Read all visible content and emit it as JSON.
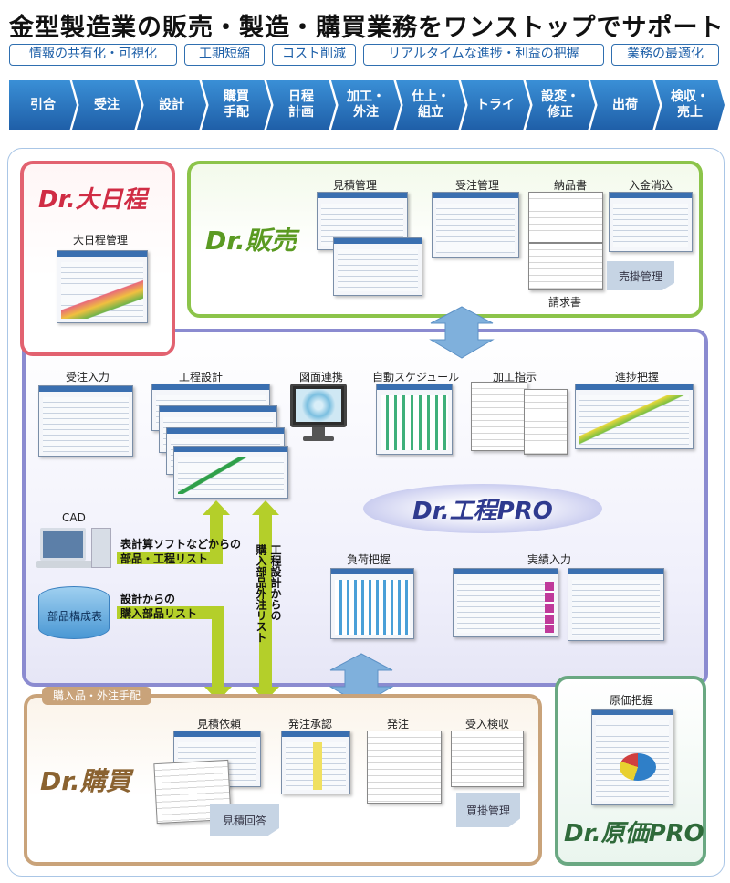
{
  "header": {
    "title": "金型製造業の販売・製造・購買業務をワンストップでサポート",
    "benefits": [
      "情報の共有化・可視化",
      "工期短縮",
      "コスト削減",
      "リアルタイムな進捗・利益の把握",
      "業務の最適化"
    ]
  },
  "process_steps": [
    "引合",
    "受注",
    "設計",
    "購買\n手配",
    "日程\n計画",
    "加工・\n外注",
    "仕上・\n組立",
    "トライ",
    "設変・\n修正",
    "出荷",
    "検収・\n売上"
  ],
  "daininttei": {
    "product_name": "Dr.大日程",
    "item": "大日程管理"
  },
  "hanbai": {
    "product_name": "Dr.販売",
    "items": [
      "見積管理",
      "受注管理",
      "納品書",
      "入金消込",
      "請求書"
    ],
    "tag": "売掛管理"
  },
  "kotei": {
    "product_name": "Dr.工程PRO",
    "items": [
      "受注入力",
      "工程設計",
      "図面連携",
      "自動スケジュール",
      "加工指示",
      "進捗把握",
      "負荷把握",
      "実績入力"
    ],
    "cad_label": "CAD",
    "bom_label": "部品構成表",
    "notes": {
      "spreadsheet": "表計算ソフトなどからの\n部品・工程リスト",
      "design": "設計からの\n購入部品リスト",
      "vertical": "工程設計からの\n購入部品外注リスト"
    }
  },
  "kobai": {
    "tab_label": "購入品・外注手配",
    "product_name": "Dr.購買",
    "items": [
      "見積依頼",
      "発注承認",
      "発注",
      "受入検収"
    ],
    "tags": [
      "見積回答",
      "買掛管理"
    ]
  },
  "genka": {
    "product_name": "Dr.原価PRO",
    "item": "原価把握"
  },
  "colors": {
    "step_blue": "#1f5fa8",
    "daininttei_red": "#e26270",
    "hanbai_green": "#8cc44a",
    "kotei_purple": "#8b8bd0",
    "kobai_brown": "#c9a37a",
    "genka_green": "#6aa882",
    "arrow_green": "#b4cf2a",
    "arrow_blue": "#7fb0dc"
  }
}
